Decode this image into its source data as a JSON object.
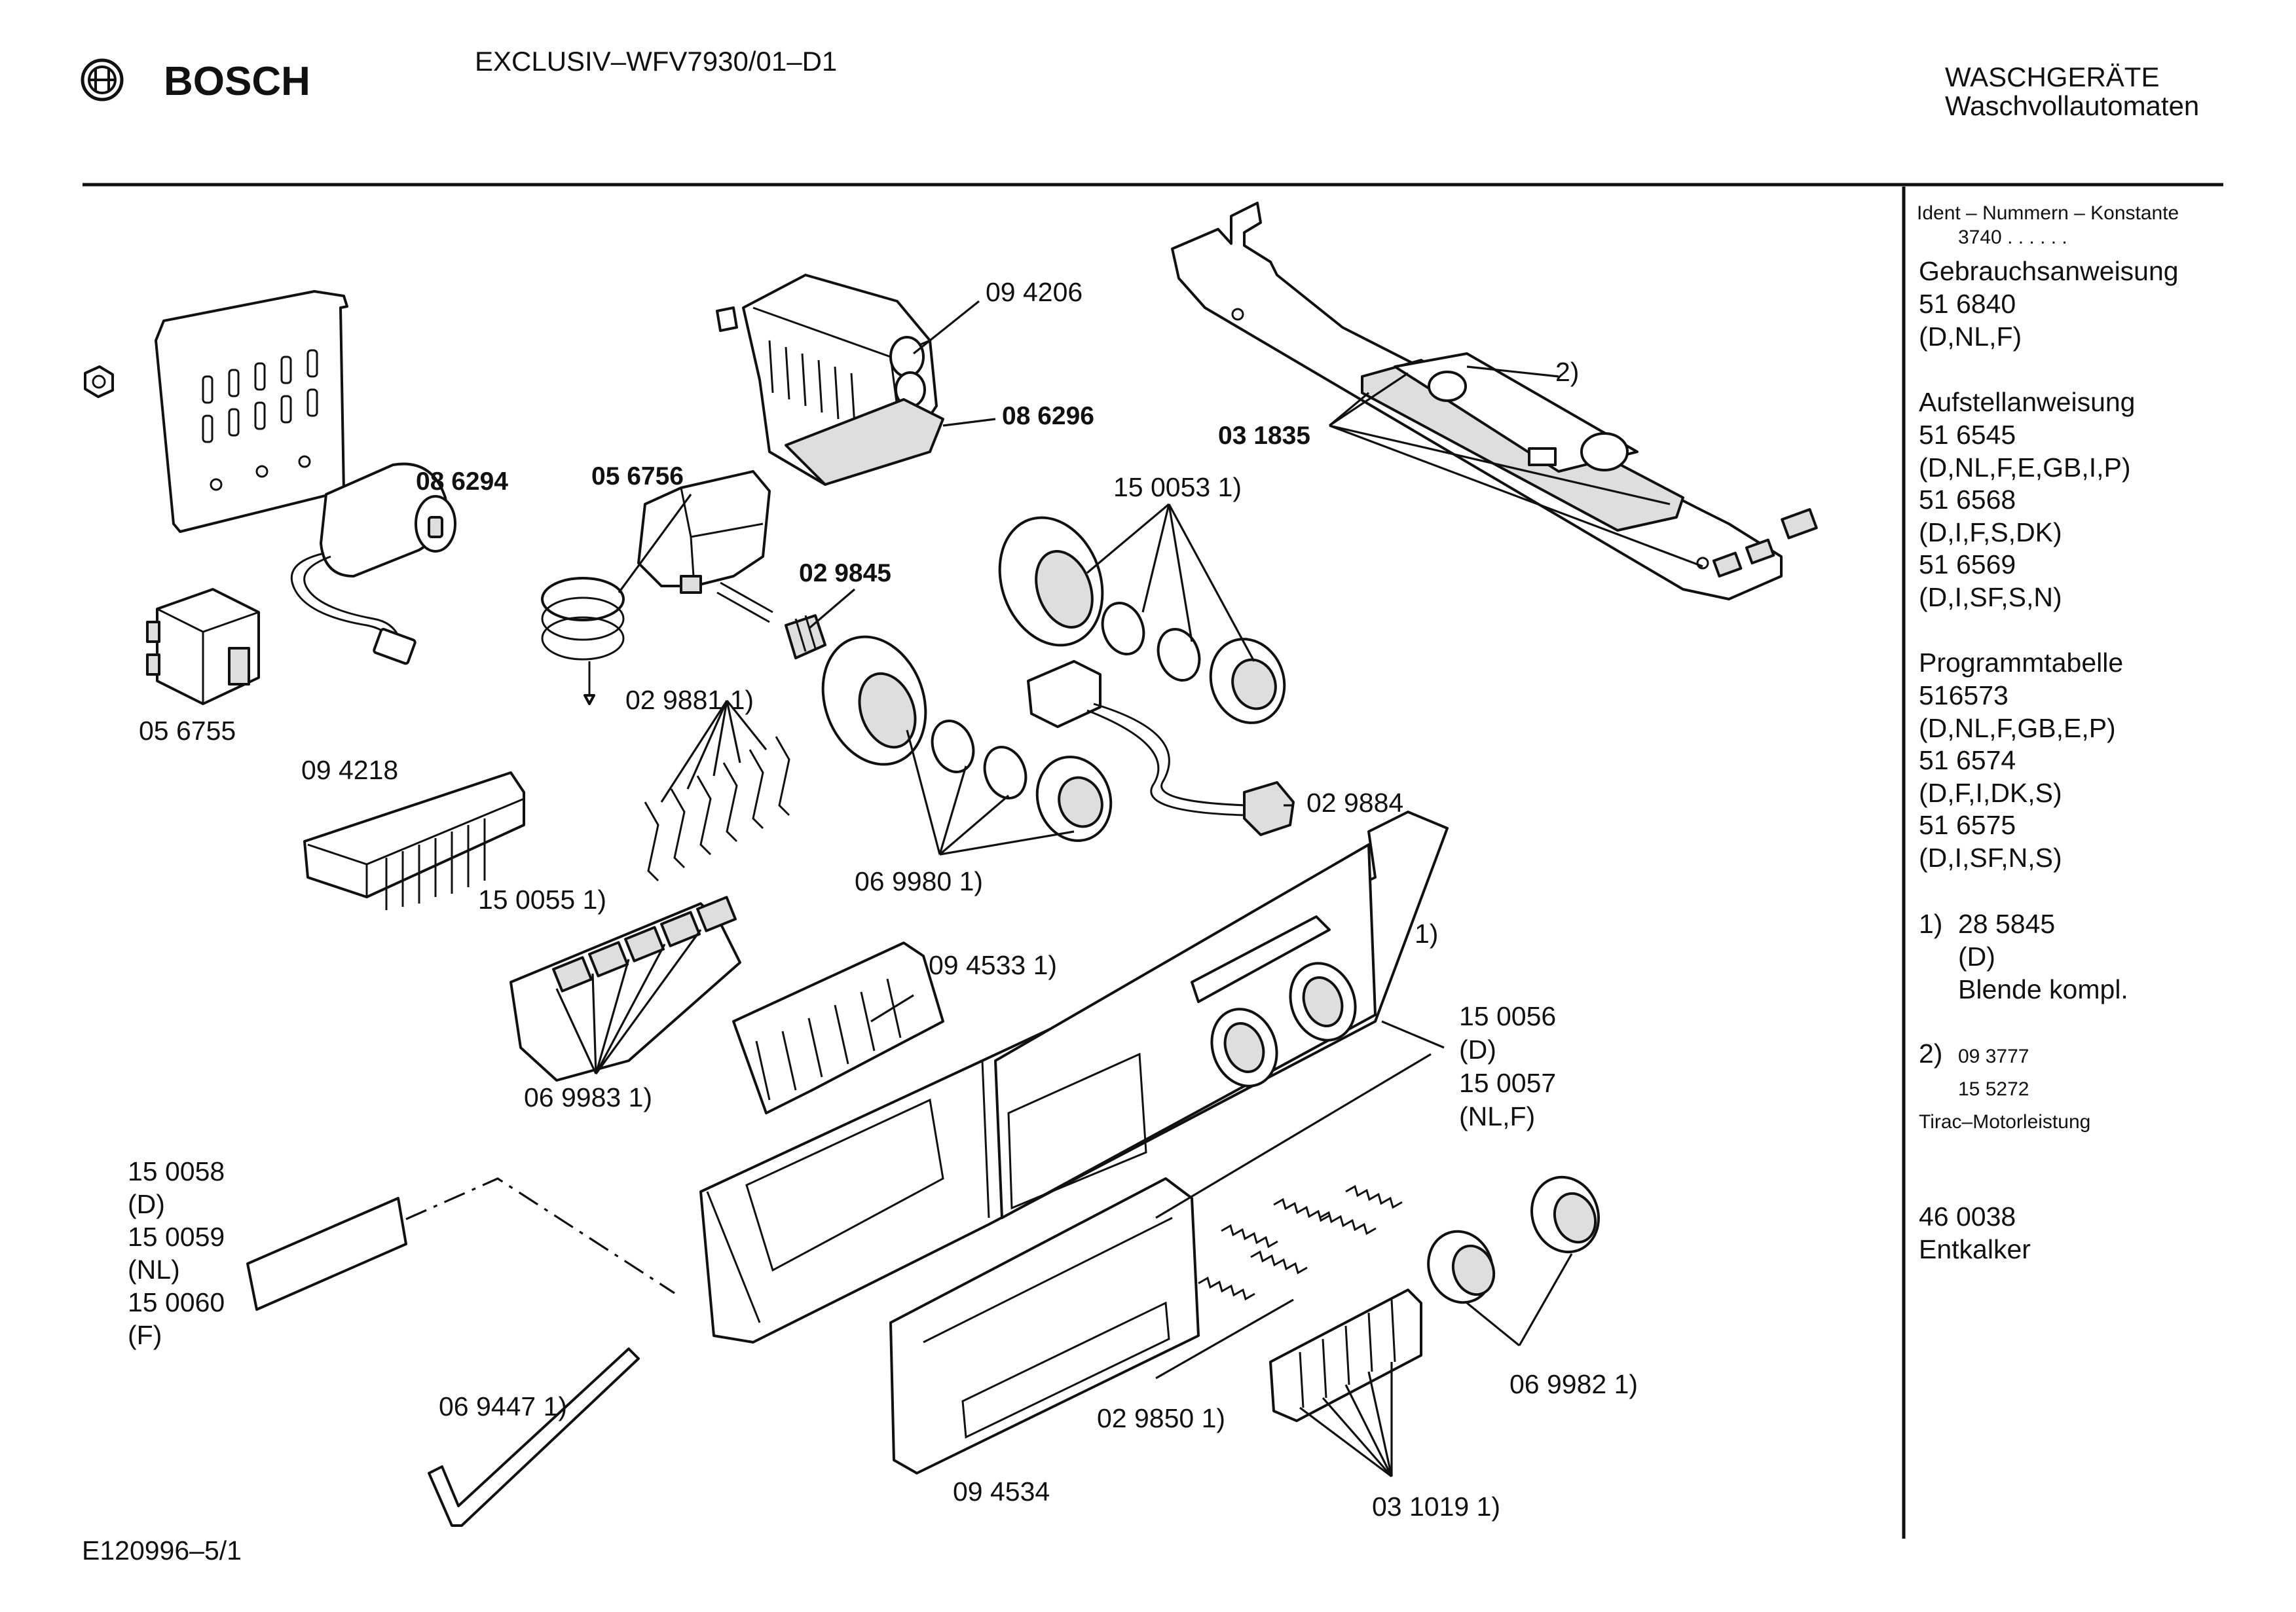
{
  "header": {
    "brand": "BOSCH",
    "model": "EXCLUSIV–WFV7930/01–D1",
    "category_line1": "WASCHGERÄTE",
    "category_line2": "Waschvollautomaten"
  },
  "footer": {
    "drawing_number": "E120996–5/1"
  },
  "part_labels": [
    "09 4206",
    "08 6296",
    "08 6294",
    "05 6756",
    "02 9845",
    "03 1835",
    "2)",
    "15 0053 1)",
    "05 6755",
    "09 4218",
    "02 9881 1)",
    "02 9884",
    "15 0055 1)",
    "06 9980 1)",
    "1)",
    "09 4533 1)",
    "06 9983 1)",
    "15 0056",
    "(D)",
    "15 0057",
    "(NL,F)",
    "15 0058",
    "(D)",
    "15 0059",
    "(NL)",
    "15 0060",
    "(F)",
    "06 9447 1)",
    "02 9850 1)",
    "09 4534",
    "03 1019 1)",
    "06 9982 1)"
  ],
  "sidebar": {
    "ident_heading": "Ident – Nummern – Konstante",
    "ident_constant": "3740 . .   . . . .",
    "lines": [
      "Gebrauchsanweisung",
      "51 6840",
      "(D,NL,F)",
      "Aufstellanweisung",
      "51 6545",
      "(D,NL,F,E,GB,I,P)",
      "51 6568",
      "(D,I,F,S,DK)",
      "51 6569",
      "(D,I,SF,S,N)",
      "Programmtabelle",
      "516573",
      "(D,NL,F,GB,E,P)",
      "51 6574",
      "(D,F,I,DK,S)",
      "51 6575",
      "(D,I,SF,N,S)",
      "1)",
      "28 5845",
      "(D)",
      "Blende kompl.",
      "2)",
      "09 3777",
      "15 5272",
      "Tirac–Motorleistung",
      "46 0038",
      "Entkalker"
    ]
  }
}
